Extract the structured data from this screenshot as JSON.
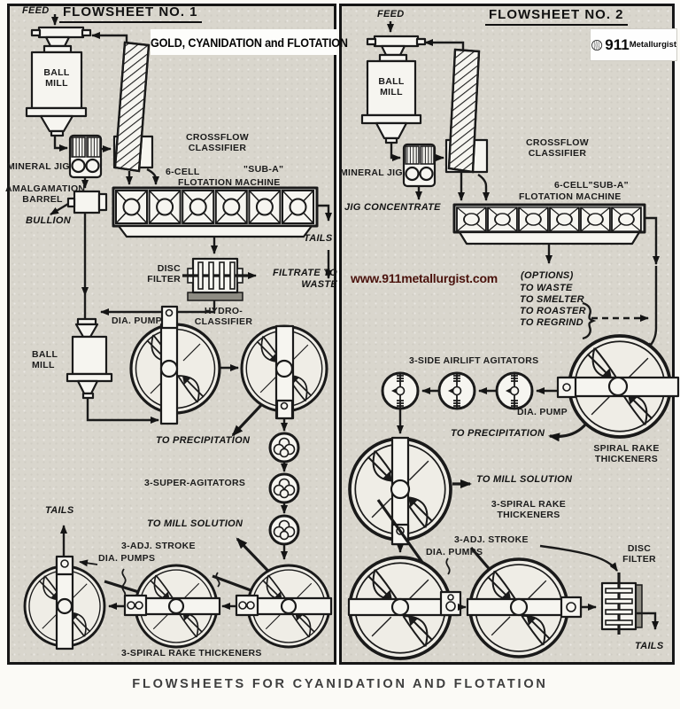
{
  "caption": "FLOWSHEETS FOR CYANIDATION AND FLOTATION",
  "branding": {
    "watermark": "www.911metallurgist.com",
    "logo_number": "911",
    "logo_name": "Metallurgist"
  },
  "colors": {
    "paper": "#d9d6cd",
    "ink": "#1a1a1a",
    "watermark_red": "#4a120c",
    "banner_bg": "#fdfdfb"
  },
  "fs1": {
    "title": "FLOWSHEET NO. 1",
    "banner": "GOLD, CYANIDATION and FLOTATION",
    "feed": "FEED",
    "ball_mill_1": "BALL\nMILL",
    "mineral_jig": "MINERAL JIG",
    "crossflow_classifier": "CROSSFLOW\nCLASSIFIER",
    "amalgamation_barrel": "AMALGAMATION\nBARREL",
    "bullion": "BULLION",
    "six_cell": "6-CELL",
    "sub_a": "\"SUB-A\"",
    "flotation_machine": "FLOTATION MACHINE",
    "tails_flotation": "TAILS",
    "disc_filter": "DISC\nFILTER",
    "filtrate_to_waste": "FILTRATE TO\nWASTE",
    "dia_pump": "DIA. PUMP",
    "hydro_classifier": "HYDRO-\nCLASSIFIER",
    "ball_mill_2": "BALL\nMILL",
    "to_precipitation": "TO PRECIPITATION",
    "super_agitators": "3-SUPER-AGITATORS",
    "tails_thickener": "TAILS",
    "to_mill_solution": "TO MILL SOLUTION",
    "adj_stroke": "3-ADJ. STROKE",
    "dia_pumps": "DIA. PUMPS",
    "spiral_rake_thickeners": "3-SPIRAL RAKE THICKENERS"
  },
  "fs2": {
    "title": "FLOWSHEET NO. 2",
    "feed": "FEED",
    "ball_mill": "BALL\nMILL",
    "mineral_jig": "MINERAL JIG",
    "crossflow_classifier": "CROSSFLOW\nCLASSIFIER",
    "jig_concentrate": "JIG CONCENTRATE",
    "six_cell_sub_a": "6-CELL\"SUB-A\"",
    "flotation_machine": "FLOTATION MACHINE",
    "options_title": "(OPTIONS)",
    "options_list": "TO WASTE\nTO SMELTER\nTO ROASTER\nTO REGRIND",
    "airlift_agitators": "3-SIDE AIRLIFT AGITATORS",
    "dia_pump": "DIA. PUMP",
    "to_precipitation": "TO PRECIPITATION",
    "spiral_rake_thickeners": "SPIRAL RAKE\nTHICKENERS",
    "to_mill_solution": "TO MILL SOLUTION",
    "spiral_rake_3": "3-SPIRAL RAKE\nTHICKENERS",
    "adj_stroke": "3-ADJ. STROKE",
    "dia_pumps": "DIA. PUMPS",
    "disc_filter": "DISC\nFILTER",
    "tails": "TAILS"
  }
}
